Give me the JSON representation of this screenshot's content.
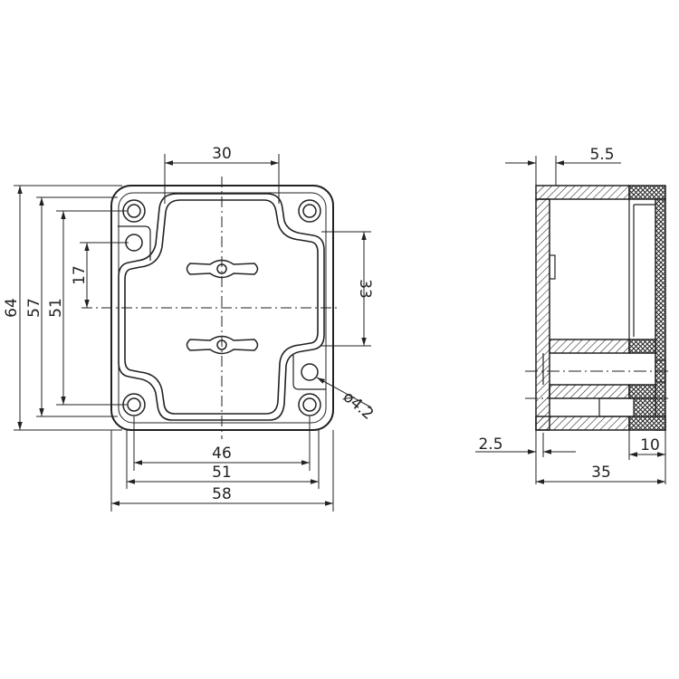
{
  "front_view": {
    "dimensions": {
      "hole_spacing_top": "30",
      "overall_height": "64",
      "height_57": "57",
      "height_51": "51",
      "offset_17": "17",
      "slot_spacing": "33",
      "hole_diameter": "ø4.2",
      "hole_spacing_bottom": "46",
      "width_51": "51",
      "overall_width": "58"
    }
  },
  "side_view": {
    "dimensions": {
      "wall_top": "5.5",
      "wall_bottom": "2.5",
      "lid_depth": "10",
      "overall_depth": "35"
    }
  },
  "colors": {
    "line": "#222222",
    "background": "#ffffff"
  }
}
